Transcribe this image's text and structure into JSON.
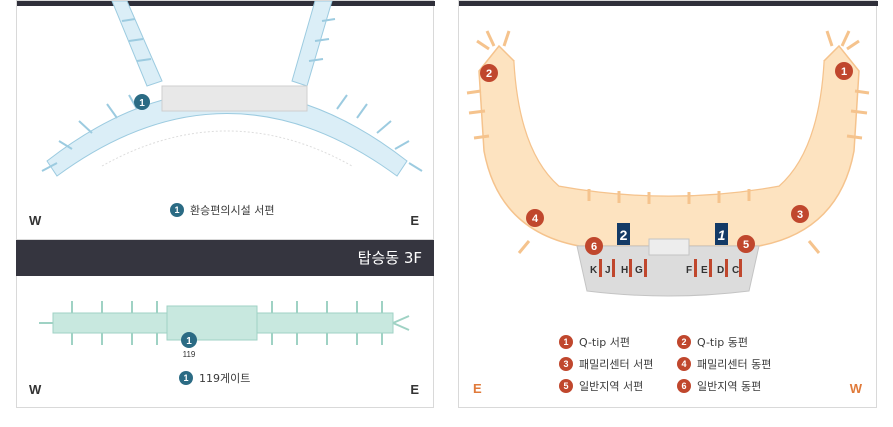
{
  "colors": {
    "teal": "#2b6b84",
    "red": "#c0472d",
    "navy": "#133a66",
    "orange_text": "#e07a3a",
    "dark_bar": "#35353f"
  },
  "left_top": {
    "marker": "1",
    "legend": {
      "num": "1",
      "text": "환승편의시설 서편"
    },
    "west": "W",
    "east": "E"
  },
  "floor_bar": {
    "label": "탑승동 3F"
  },
  "left_bottom": {
    "marker": "1",
    "marker_sub": "119",
    "legend": {
      "num": "1",
      "text": "119게이트"
    },
    "west": "W",
    "east": "E"
  },
  "right": {
    "markers": [
      "1",
      "2",
      "3",
      "4",
      "5",
      "6"
    ],
    "blue_markers": [
      "2",
      "1"
    ],
    "gates": [
      "K",
      "J",
      "H",
      "G",
      "F",
      "E",
      "D",
      "C"
    ],
    "legend": [
      {
        "num": "1",
        "text": "Q-tip 서편"
      },
      {
        "num": "2",
        "text": "Q-tip 동편"
      },
      {
        "num": "3",
        "text": "패밀리센터 서편"
      },
      {
        "num": "4",
        "text": "패밀리센터 동편"
      },
      {
        "num": "5",
        "text": "일반지역 서편"
      },
      {
        "num": "6",
        "text": "일반지역 동편"
      }
    ],
    "east": "E",
    "west": "W"
  }
}
